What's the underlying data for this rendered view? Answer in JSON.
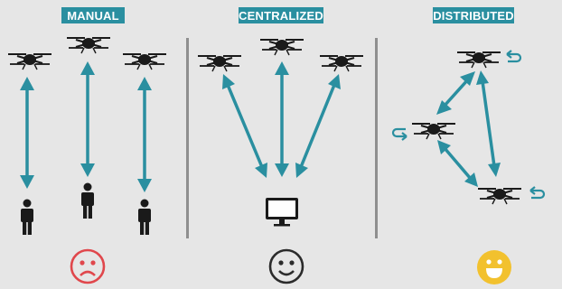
{
  "panels": [
    {
      "title": "MANUAL",
      "mood": "sad",
      "mood_color": "#e0474c"
    },
    {
      "title": "CENTRALIZED",
      "mood": "neutral-smile",
      "mood_color": "#2b2b2b"
    },
    {
      "title": "DISTRIBUTED",
      "mood": "happy",
      "mood_color": "#f2c12e"
    }
  ],
  "colors": {
    "accent": "#2a8fa0",
    "background": "#e6e6e6",
    "divider": "#8f8f8f",
    "icon": "#1a1a1a"
  },
  "icons": [
    "drone-icon",
    "person-icon",
    "computer-monitor-icon",
    "return-arrow-icon",
    "sad-face-icon",
    "smile-face-icon",
    "happy-face-icon"
  ]
}
